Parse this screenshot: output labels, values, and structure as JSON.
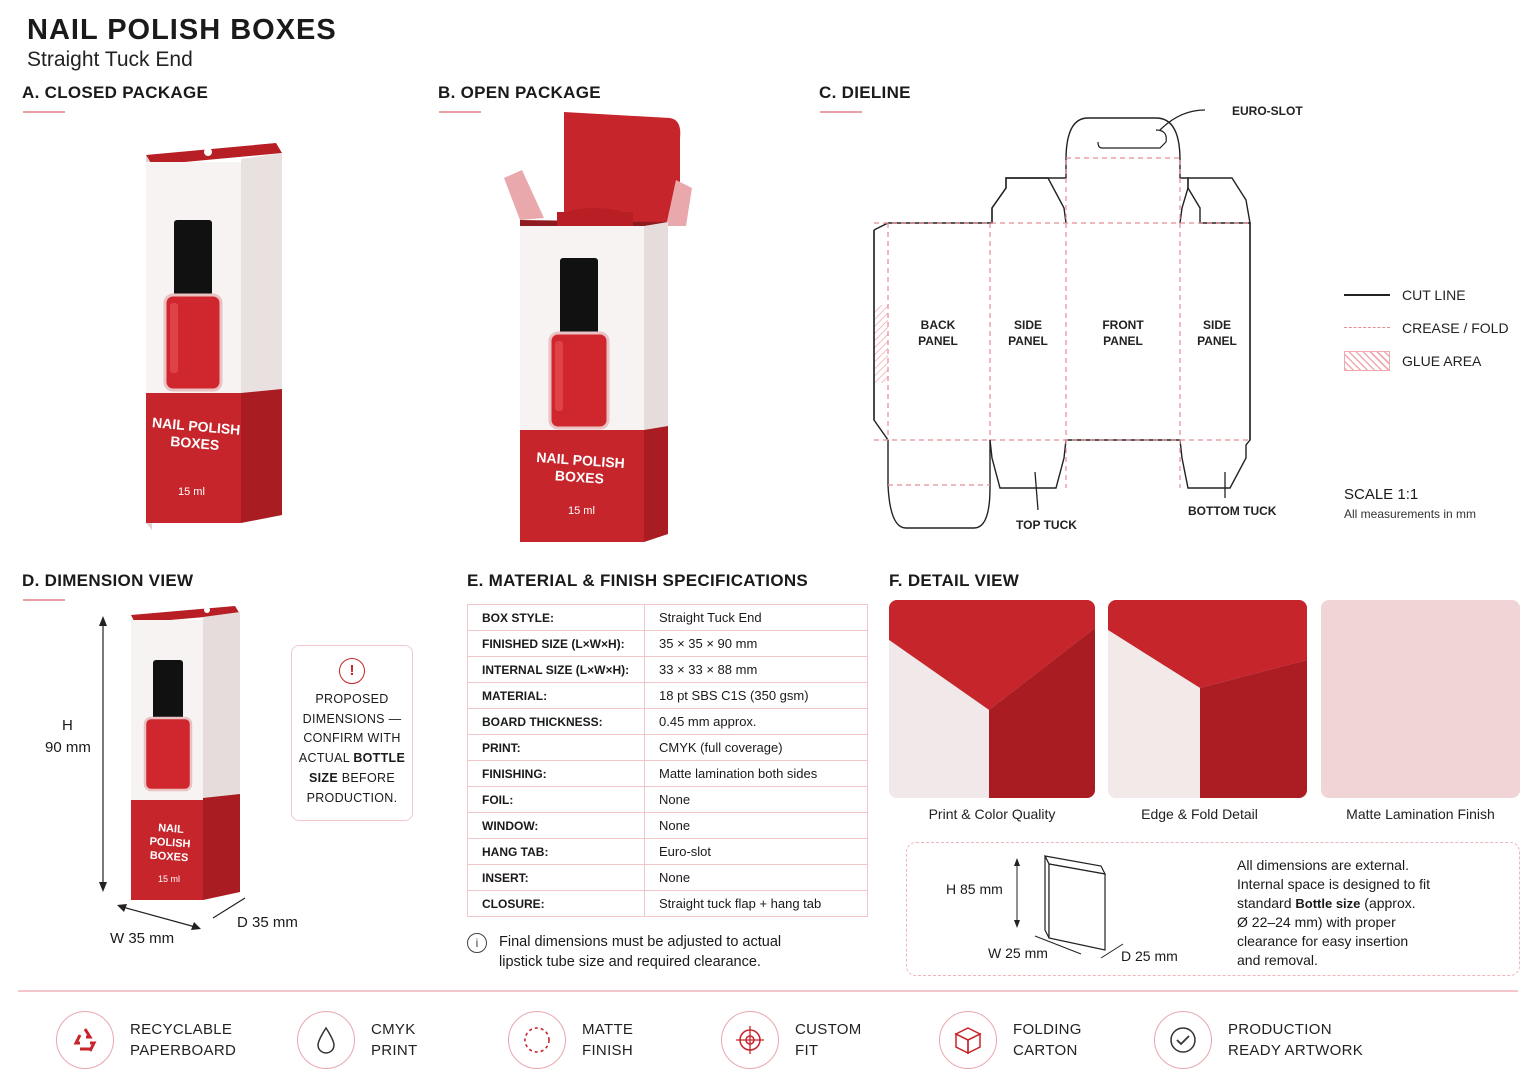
{
  "header": {
    "title": "NAIL POLISH BOXES",
    "subtitle": "Straight Tuck End"
  },
  "sections": {
    "a": "A.  CLOSED PACKAGE",
    "b": "B.  OPEN PACKAGE",
    "c": "C.  DIELINE",
    "d": "D.  DIMENSION VIEW",
    "e": "E.  MATERIAL & FINISH SPECIFICATIONS",
    "f": "F.  DETAIL VIEW"
  },
  "box": {
    "name_line1": "NAIL POLISH",
    "name_line2": "BOXES",
    "volume": "15 ml"
  },
  "dieline": {
    "euro_slot": "EURO-SLOT",
    "panels": [
      {
        "l1": "BACK",
        "l2": "PANEL"
      },
      {
        "l1": "SIDE",
        "l2": "PANEL"
      },
      {
        "l1": "FRONT",
        "l2": "PANEL"
      },
      {
        "l1": "SIDE",
        "l2": "PANEL"
      }
    ],
    "top_tuck": "TOP TUCK",
    "bottom_tuck": "BOTTOM TUCK",
    "legend": {
      "cut": "CUT LINE",
      "crease": "CREASE / FOLD",
      "glue": "GLUE AREA"
    },
    "scale": "SCALE 1:1",
    "scale_note": "All measurements in mm"
  },
  "dimension": {
    "h_label": "H",
    "h_value": "90 mm",
    "w": "W  35 mm",
    "d": "D  35 mm",
    "note_l1": "PROPOSED",
    "note_l2": "DIMENSIONS —",
    "note_l3": "CONFIRM WITH",
    "note_l4a": "ACTUAL ",
    "note_l4b": "BOTTLE",
    "note_l5a": "SIZE",
    "note_l5b": " BEFORE",
    "note_l6": "PRODUCTION."
  },
  "specs": [
    {
      "k": "BOX STYLE:",
      "v": "Straight Tuck End"
    },
    {
      "k": "FINISHED SIZE (L×W×H):",
      "v": "35 × 35 × 90 mm"
    },
    {
      "k": "INTERNAL SIZE (L×W×H):",
      "v": "33 × 33 × 88 mm"
    },
    {
      "k": "MATERIAL:",
      "v": "18 pt SBS C1S (350 gsm)"
    },
    {
      "k": "BOARD THICKNESS:",
      "v": "0.45 mm approx."
    },
    {
      "k": "PRINT:",
      "v": "CMYK (full coverage)"
    },
    {
      "k": "FINISHING:",
      "v": "Matte lamination both sides"
    },
    {
      "k": "FOIL:",
      "v": "None"
    },
    {
      "k": "WINDOW:",
      "v": "None"
    },
    {
      "k": "HANG TAB:",
      "v": "Euro-slot"
    },
    {
      "k": "INSERT:",
      "v": "None"
    },
    {
      "k": "CLOSURE:",
      "v": "Straight tuck flap + hang tab"
    }
  ],
  "spec_note_l1": "Final dimensions must be adjusted to actual",
  "spec_note_l2": "lipstick tube size and required clearance.",
  "detail": {
    "captions": [
      "Print & Color Quality",
      "Edge & Fold Detail",
      "Matte Lamination Finish"
    ],
    "small_h": "H 85 mm",
    "small_w": "W  25 mm",
    "small_d": "D 25 mm",
    "note_l1": "All dimensions are external.",
    "note_l2": "Internal space is designed to fit",
    "note_l3a": "standard  ",
    "note_l3b": "Bottle size",
    "note_l3c": "  (approx.",
    "note_l4": "Ø 22–24 mm) with proper",
    "note_l5": "clearance for easy insertion",
    "note_l6": "and removal."
  },
  "features": [
    {
      "icon": "recycle-icon",
      "l1": "RECYCLABLE",
      "l2": "PAPERBOARD"
    },
    {
      "icon": "drop-icon",
      "l1": "CMYK",
      "l2": "PRINT"
    },
    {
      "icon": "matte-circle-icon",
      "l1": "MATTE",
      "l2": "FINISH"
    },
    {
      "icon": "target-icon",
      "l1": "CUSTOM",
      "l2": "FIT"
    },
    {
      "icon": "box-icon",
      "l1": "FOLDING",
      "l2": "CARTON"
    },
    {
      "icon": "check-icon",
      "l1": "PRODUCTION",
      "l2": "READY ARTWORK"
    }
  ],
  "colors": {
    "accent": "#c6252b",
    "pink_line": "#e8a0a6",
    "box_white": "#f7f1f1"
  }
}
